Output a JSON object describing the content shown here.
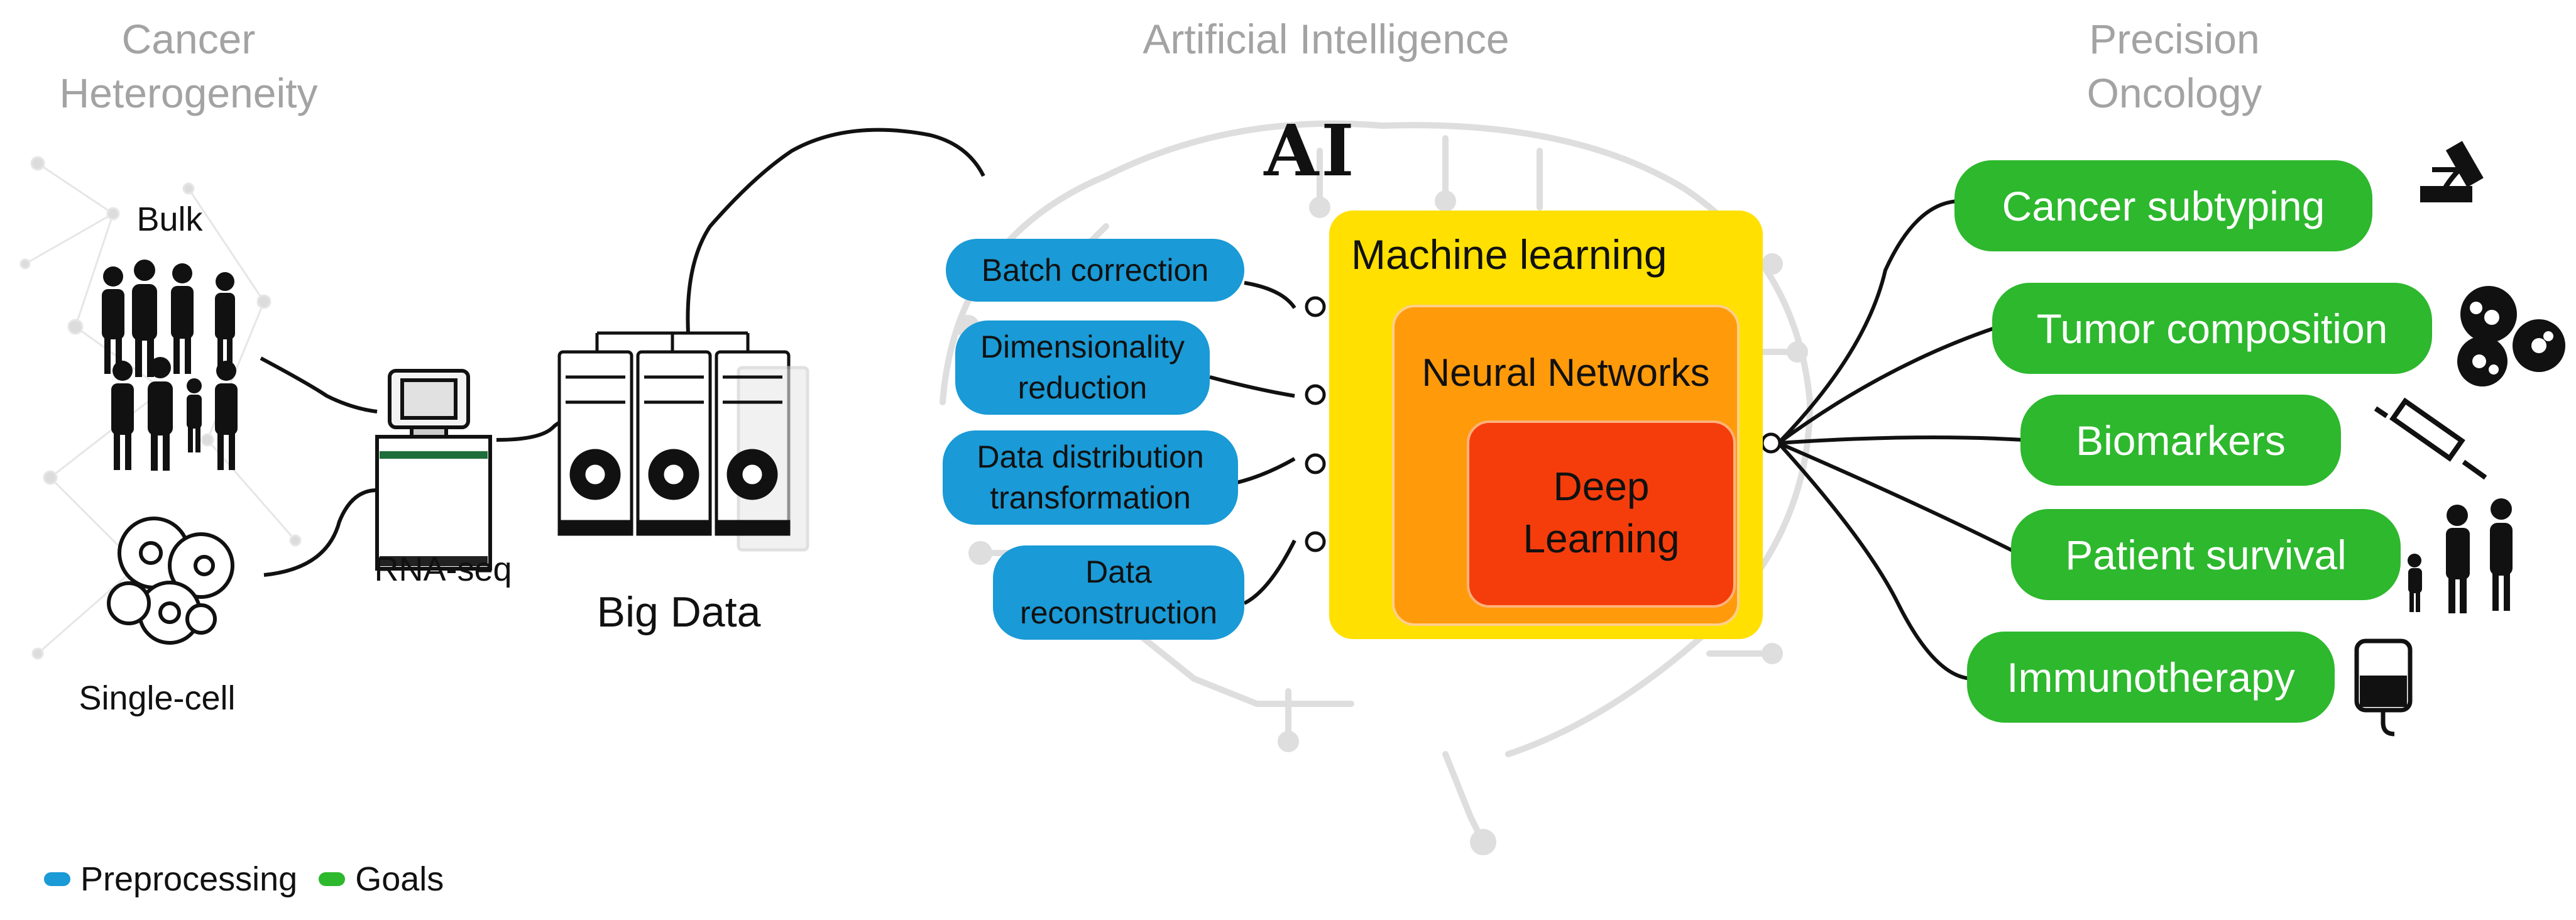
{
  "sections": {
    "cancer_heterogeneity": "Cancer\nHeterogeneity",
    "artificial_intelligence": "Artificial Intelligence",
    "precision_oncology": "Precision\nOncology"
  },
  "inputs": {
    "bulk": "Bulk",
    "single_cell": "Single-cell",
    "rna_seq": "RNA-seq",
    "big_data": "Big Data"
  },
  "ai_logo": "AI",
  "preprocessing": [
    "Batch correction",
    "Dimensionality\nreduction",
    "Data distribution\ntransformation",
    "Data\nreconstruction"
  ],
  "models": {
    "machine_learning": "Machine learning",
    "neural_networks": "Neural Networks",
    "deep_learning": "Deep\nLearning"
  },
  "goals": [
    "Cancer subtyping",
    "Tumor composition",
    "Biomarkers",
    "Patient survival",
    "Immunotherapy"
  ],
  "legend": {
    "preprocessing": "Preprocessing",
    "goals": "Goals"
  },
  "colors": {
    "preprocessing": "#1a9ad6",
    "goals": "#2db82d",
    "machine_learning": "#ffe000",
    "neural_networks": "#ff9a0a",
    "deep_learning": "#f53d0c",
    "title_gray": "#a3a3a3"
  }
}
